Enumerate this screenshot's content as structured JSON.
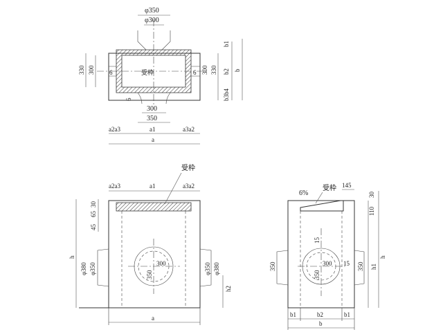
{
  "top_view": {
    "dia_350": "φ350",
    "dia_300": "φ300",
    "b1": "b1",
    "b2": "b2",
    "b": "b",
    "b3b4": "b3b4",
    "d330_left": "330",
    "d300_left": "300",
    "d6_left": "6",
    "d6_right": "6",
    "d300_right": "300",
    "d330_right": "330",
    "d6_bottom": "6",
    "receiver": "受枠",
    "w300": "300",
    "w350": "350",
    "a2a3_left": "a2a3",
    "a1": "a1",
    "a3a2_right": "a3a2",
    "a": "a"
  },
  "front_view": {
    "receiver": "受枠",
    "a2a3": "a2a3",
    "a1": "a1",
    "a3a2": "a3a2",
    "d30": "30",
    "d65": "65",
    "d45": "45",
    "h": "h",
    "dia380_left": "φ380",
    "dia350_left": "φ350",
    "d300": "300",
    "d350": "350",
    "dia350_right": "φ350",
    "dia380_right": "φ380",
    "h2": "h2",
    "a": "a"
  },
  "side_view": {
    "slope": "6%",
    "receiver": "受枠",
    "d145": "145",
    "d30": "30",
    "d110": "110",
    "h1": "h1",
    "h": "h",
    "d350_left": "350",
    "d15_top": "15",
    "d300": "300",
    "d15_right": "15",
    "d350_inner": "350",
    "d350_right": "350",
    "b1_left": "b1",
    "b2": "b2",
    "b1_right": "b1",
    "b": "b"
  }
}
